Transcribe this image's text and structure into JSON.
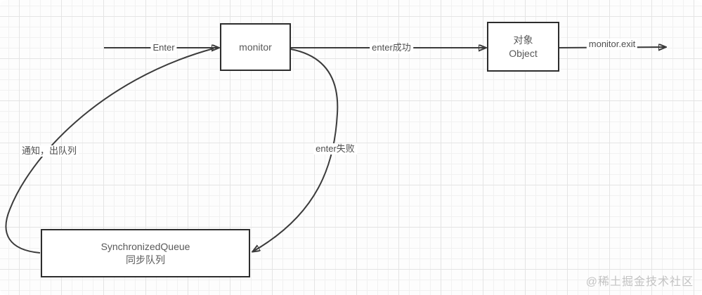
{
  "diagram": {
    "nodes": {
      "monitor": {
        "label": "monitor"
      },
      "object": {
        "label_line1": "对象",
        "label_line2": "Object"
      },
      "queue": {
        "label_line1": "SynchronizedQueue",
        "label_line2": "同步队列"
      }
    },
    "edges": {
      "enter": {
        "label": "Enter"
      },
      "enter_success": {
        "label": "enter成功"
      },
      "monitor_exit": {
        "label": "monitor.exit"
      },
      "enter_fail": {
        "label": "enter失败"
      },
      "notify_dequeue": {
        "label": "通知，出队列"
      }
    },
    "watermark": "@稀土掘金技术社区",
    "colors": {
      "stroke": "#3b3b3b",
      "node_border": "#2d2d2d",
      "node_fill": "#ffffff",
      "text": "#595959",
      "grid_minor": "#f1f1f1",
      "grid_major": "#e4e4e4",
      "watermark": "#c3c3c3"
    }
  }
}
